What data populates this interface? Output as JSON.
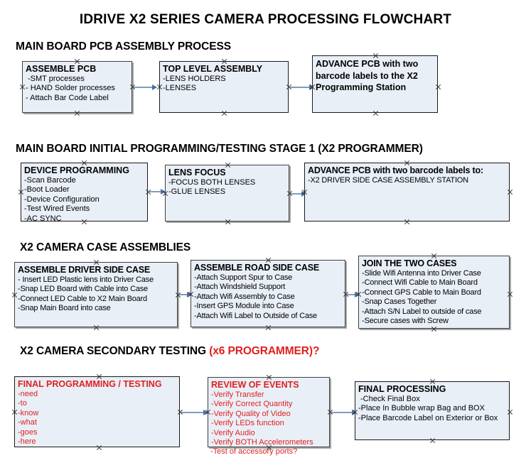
{
  "document": {
    "title": "IDRIVE X2  SERIES CAMERA PROCESSING FLOWCHART",
    "accent_color": "#e02020",
    "box_fill_color": "#e9eff7",
    "box_border_color": "#3f3f3f",
    "connector_color": "#7f9cc0"
  },
  "sections": [
    {
      "heading": "MAIN BOARD PCB ASSEMBLY PROCESS",
      "heading_accent": "",
      "boxes": [
        {
          "title": "ASSEMBLE PCB",
          "lines": [
            "-SMT processes",
            "- HAND Solder processes",
            "- Attach Bar Code Label"
          ]
        },
        {
          "title": "TOP LEVEL ASSEMBLY",
          "lines": [
            "-LENS HOLDERS",
            "-LENSES"
          ]
        },
        {
          "title": "ADVANCE PCB with two barcode labels to the  X2 Programming Station",
          "lines": []
        }
      ]
    },
    {
      "heading": "MAIN BOARD INITIAL PROGRAMMING/TESTING STAGE 1 (X2 PROGRAMMER)",
      "heading_accent": "",
      "boxes": [
        {
          "title": "DEVICE PROGRAMMING",
          "lines": [
            "-Scan Barcode",
            "-Boot Loader",
            "-Device Configuration",
            "-Test Wired Events",
            "-AC SYNC"
          ]
        },
        {
          "title": "LENS FOCUS",
          "lines": [
            "-FOCUS BOTH LENSES",
            "-GLUE LENSES"
          ]
        },
        {
          "title": "ADVANCE PCB with two barcode labels to:",
          "lines": [
            "-X2 DRIVER  SIDE  CASE  ASSEMBLY STATION"
          ]
        }
      ]
    },
    {
      "heading": "X2 CAMERA CASE ASSEMBLIES",
      "heading_accent": "",
      "boxes": [
        {
          "title": "ASSEMBLE DRIVER SIDE CASE",
          "lines": [
            "- Insert LED Plastic lens into Driver Case",
            "-Snap LED Board with Cable into Case",
            "-Connect LED Cable to X2 Main Board",
            "-Snap Main Board into case"
          ]
        },
        {
          "title": "ASSEMBLE ROAD SIDE CASE",
          "lines": [
            "-Attach Support Spur to Case",
            "-Attach Windshield Support",
            "-Attach Wifi Assembly to Case",
            "-Insert GPS Module into Case",
            "-Attach Wifi Label to Outside of Case"
          ]
        },
        {
          "title": "JOIN THE TWO CASES",
          "lines": [
            "-Slide Wifi Antenna into Driver Case",
            "-Connect Wifi Cable to Main Board",
            "-Connect GPS Cable to Main Board",
            "-Snap Cases Together",
            "-Attach S/N Label to outside of case",
            "-Secure cases with Screw"
          ]
        }
      ]
    },
    {
      "heading": "X2 CAMERA SECONDARY TESTING ",
      "heading_accent": "(x6 PROGRAMMER)?",
      "boxes": [
        {
          "title": "FINAL PROGRAMMING / TESTING",
          "lines": [
            "-need",
            "-to",
            "-know",
            "-what",
            "-goes",
            "-here"
          ]
        },
        {
          "title": "REVIEW OF EVENTS",
          "lines": [
            "-Verify Transfer",
            "-Verify Correct Quantity",
            "-Verify Quality of Video",
            "-Verify LEDs function",
            "-Verify Audio",
            "-Verify BOTH Accelerometers"
          ],
          "overflow_line": "-Test of accessory ports?"
        },
        {
          "title": "FINAL PROCESSING",
          "lines": [
            "-Check Final Box",
            "-Place In Bubble wrap Bag and BOX",
            "-Place Barcode Label on Exterior or Box"
          ]
        }
      ]
    }
  ]
}
